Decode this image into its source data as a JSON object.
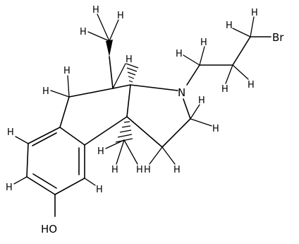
{
  "atoms": {
    "nitrogen": "N",
    "hydroxyl": "HO",
    "bromine": "Br",
    "h": "H"
  }
}
